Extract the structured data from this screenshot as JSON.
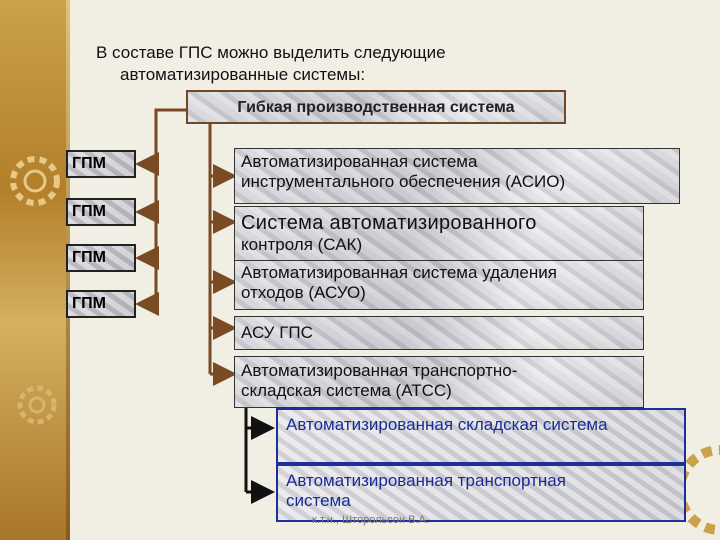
{
  "heading": {
    "line1": "В составе ГПС можно выделить следующие",
    "line2": "автоматизированные системы:"
  },
  "root": "Гибкая производственная система",
  "gpm_labels": [
    "ГПМ",
    "ГПМ",
    "ГПМ",
    "ГПМ"
  ],
  "subsystems": [
    {
      "line1": "Автоматизированная система",
      "line2": "инструментального обеспечения (АСИО)"
    },
    {
      "line1": "Система автоматизированного",
      "line2": "контроля (САК)"
    },
    {
      "line1": "Автоматизированная система удаления",
      "line2": "отходов (АСУО)"
    },
    {
      "line1": "АСУ ГПС",
      "line2": ""
    },
    {
      "line1": "Автоматизированная транспортно-",
      "line2": "складская система (АТСС)"
    }
  ],
  "atss_children": [
    {
      "line1": "Автоматизированная складская система",
      "line2": ""
    },
    {
      "line1": "Автоматизированная транспортная",
      "line2": "система"
    }
  ],
  "footer": "к.т.н., Шторольсон В.А.",
  "colors": {
    "connector": "#7a4a22",
    "blue": "#1c2f9c",
    "sidebar": "#b37f2a"
  }
}
